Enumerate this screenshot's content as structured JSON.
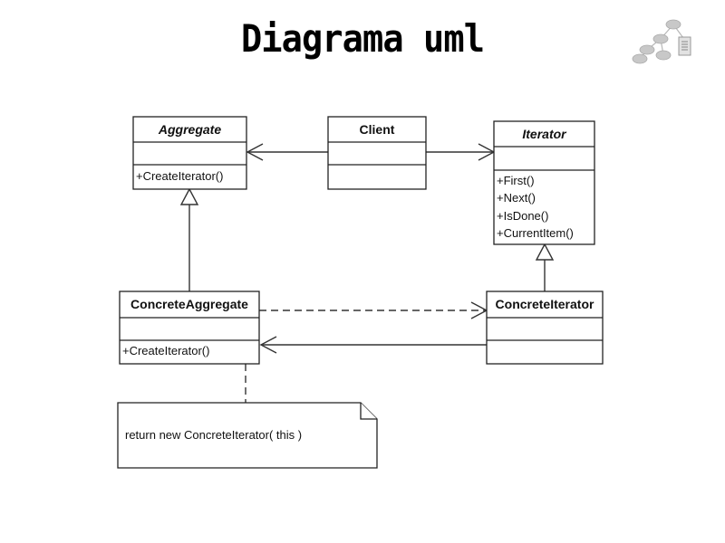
{
  "title": "Diagrama uml",
  "logo": {
    "icon": "tree-nodes-logo-icon"
  },
  "classes": {
    "aggregate": {
      "name": "Aggregate",
      "abstract": true,
      "operations": [
        "+CreateIterator()"
      ]
    },
    "client": {
      "name": "Client",
      "abstract": false,
      "operations": []
    },
    "iterator": {
      "name": "Iterator",
      "abstract": true,
      "operations": [
        "+First()",
        "+Next()",
        "+IsDone()",
        "+CurrentItem()"
      ]
    },
    "concrete_aggregate": {
      "name": "ConcreteAggregate",
      "abstract": false,
      "operations": [
        "+CreateIterator()"
      ]
    },
    "concrete_iterator": {
      "name": "ConcreteIterator",
      "abstract": false,
      "operations": []
    }
  },
  "note": {
    "text": "return new ConcreteIterator( this )"
  },
  "relations": [
    {
      "from": "Client",
      "to": "Aggregate",
      "type": "association"
    },
    {
      "from": "Client",
      "to": "Iterator",
      "type": "association"
    },
    {
      "from": "ConcreteAggregate",
      "to": "Aggregate",
      "type": "generalization"
    },
    {
      "from": "ConcreteIterator",
      "to": "Iterator",
      "type": "generalization"
    },
    {
      "from": "ConcreteAggregate",
      "to": "ConcreteIterator",
      "type": "dependency"
    },
    {
      "from": "ConcreteIterator",
      "to": "ConcreteAggregate",
      "type": "association"
    },
    {
      "from": "ConcreteAggregate",
      "to": "note",
      "type": "note-link"
    }
  ]
}
